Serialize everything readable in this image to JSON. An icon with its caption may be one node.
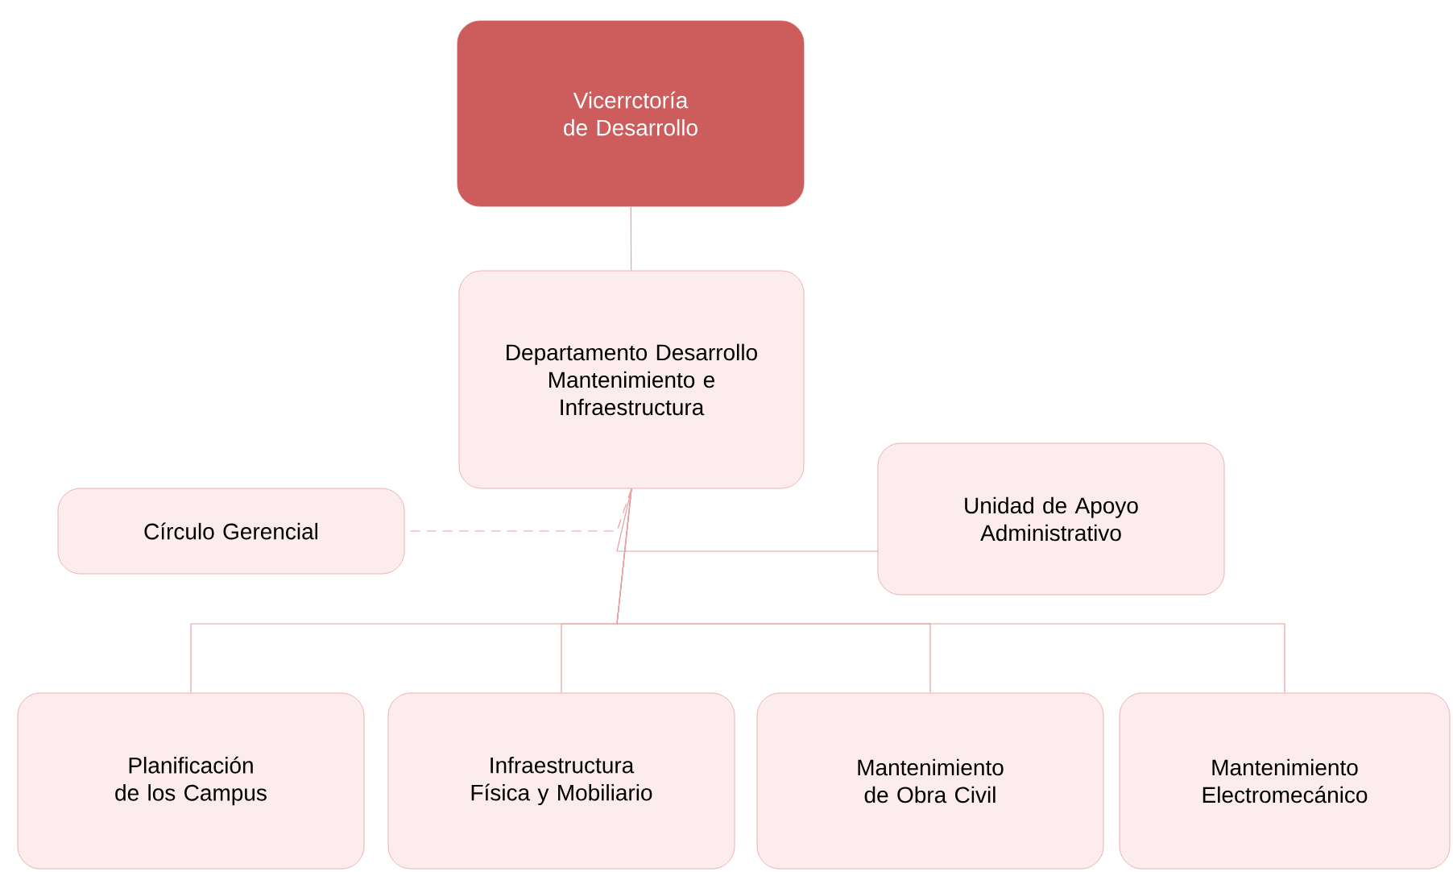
{
  "diagram": {
    "nodes": [
      {
        "text": [
          "Vicerrctoría de Desarrollo"
        ]
      },
      {
        "text": [
          "Departamento Desarrollo Mantenimiento e Infraestructura"
        ]
      },
      {
        "text": [
          "Círculo Gerencial"
        ]
      },
      {
        "text": [
          "Unidad de Apoyo Administrativo"
        ]
      },
      {
        "text": [
          "Planificación de los Campus"
        ]
      },
      {
        "text": [
          "Infraestructura Física y Mobiliario"
        ]
      },
      {
        "text": [
          "Mantenimiento de Obra Civil"
        ]
      },
      {
        "text": [
          "Mantenimiento Electromecánico"
        ]
      }
    ],
    "edges": [
      {
        "from": 0,
        "to": 1,
        "arrow": "none"
      },
      {
        "from": 1,
        "to": 2,
        "arrow": "none",
        "style": "dashed"
      },
      {
        "from": 1,
        "to": 3,
        "arrow": "none"
      },
      {
        "from": 1,
        "to": 4,
        "arrow": "none"
      },
      {
        "from": 1,
        "to": 5,
        "arrow": "none"
      },
      {
        "from": 1,
        "to": 6,
        "arrow": "none"
      },
      {
        "from": 1,
        "to": 7,
        "arrow": "none"
      }
    ]
  }
}
